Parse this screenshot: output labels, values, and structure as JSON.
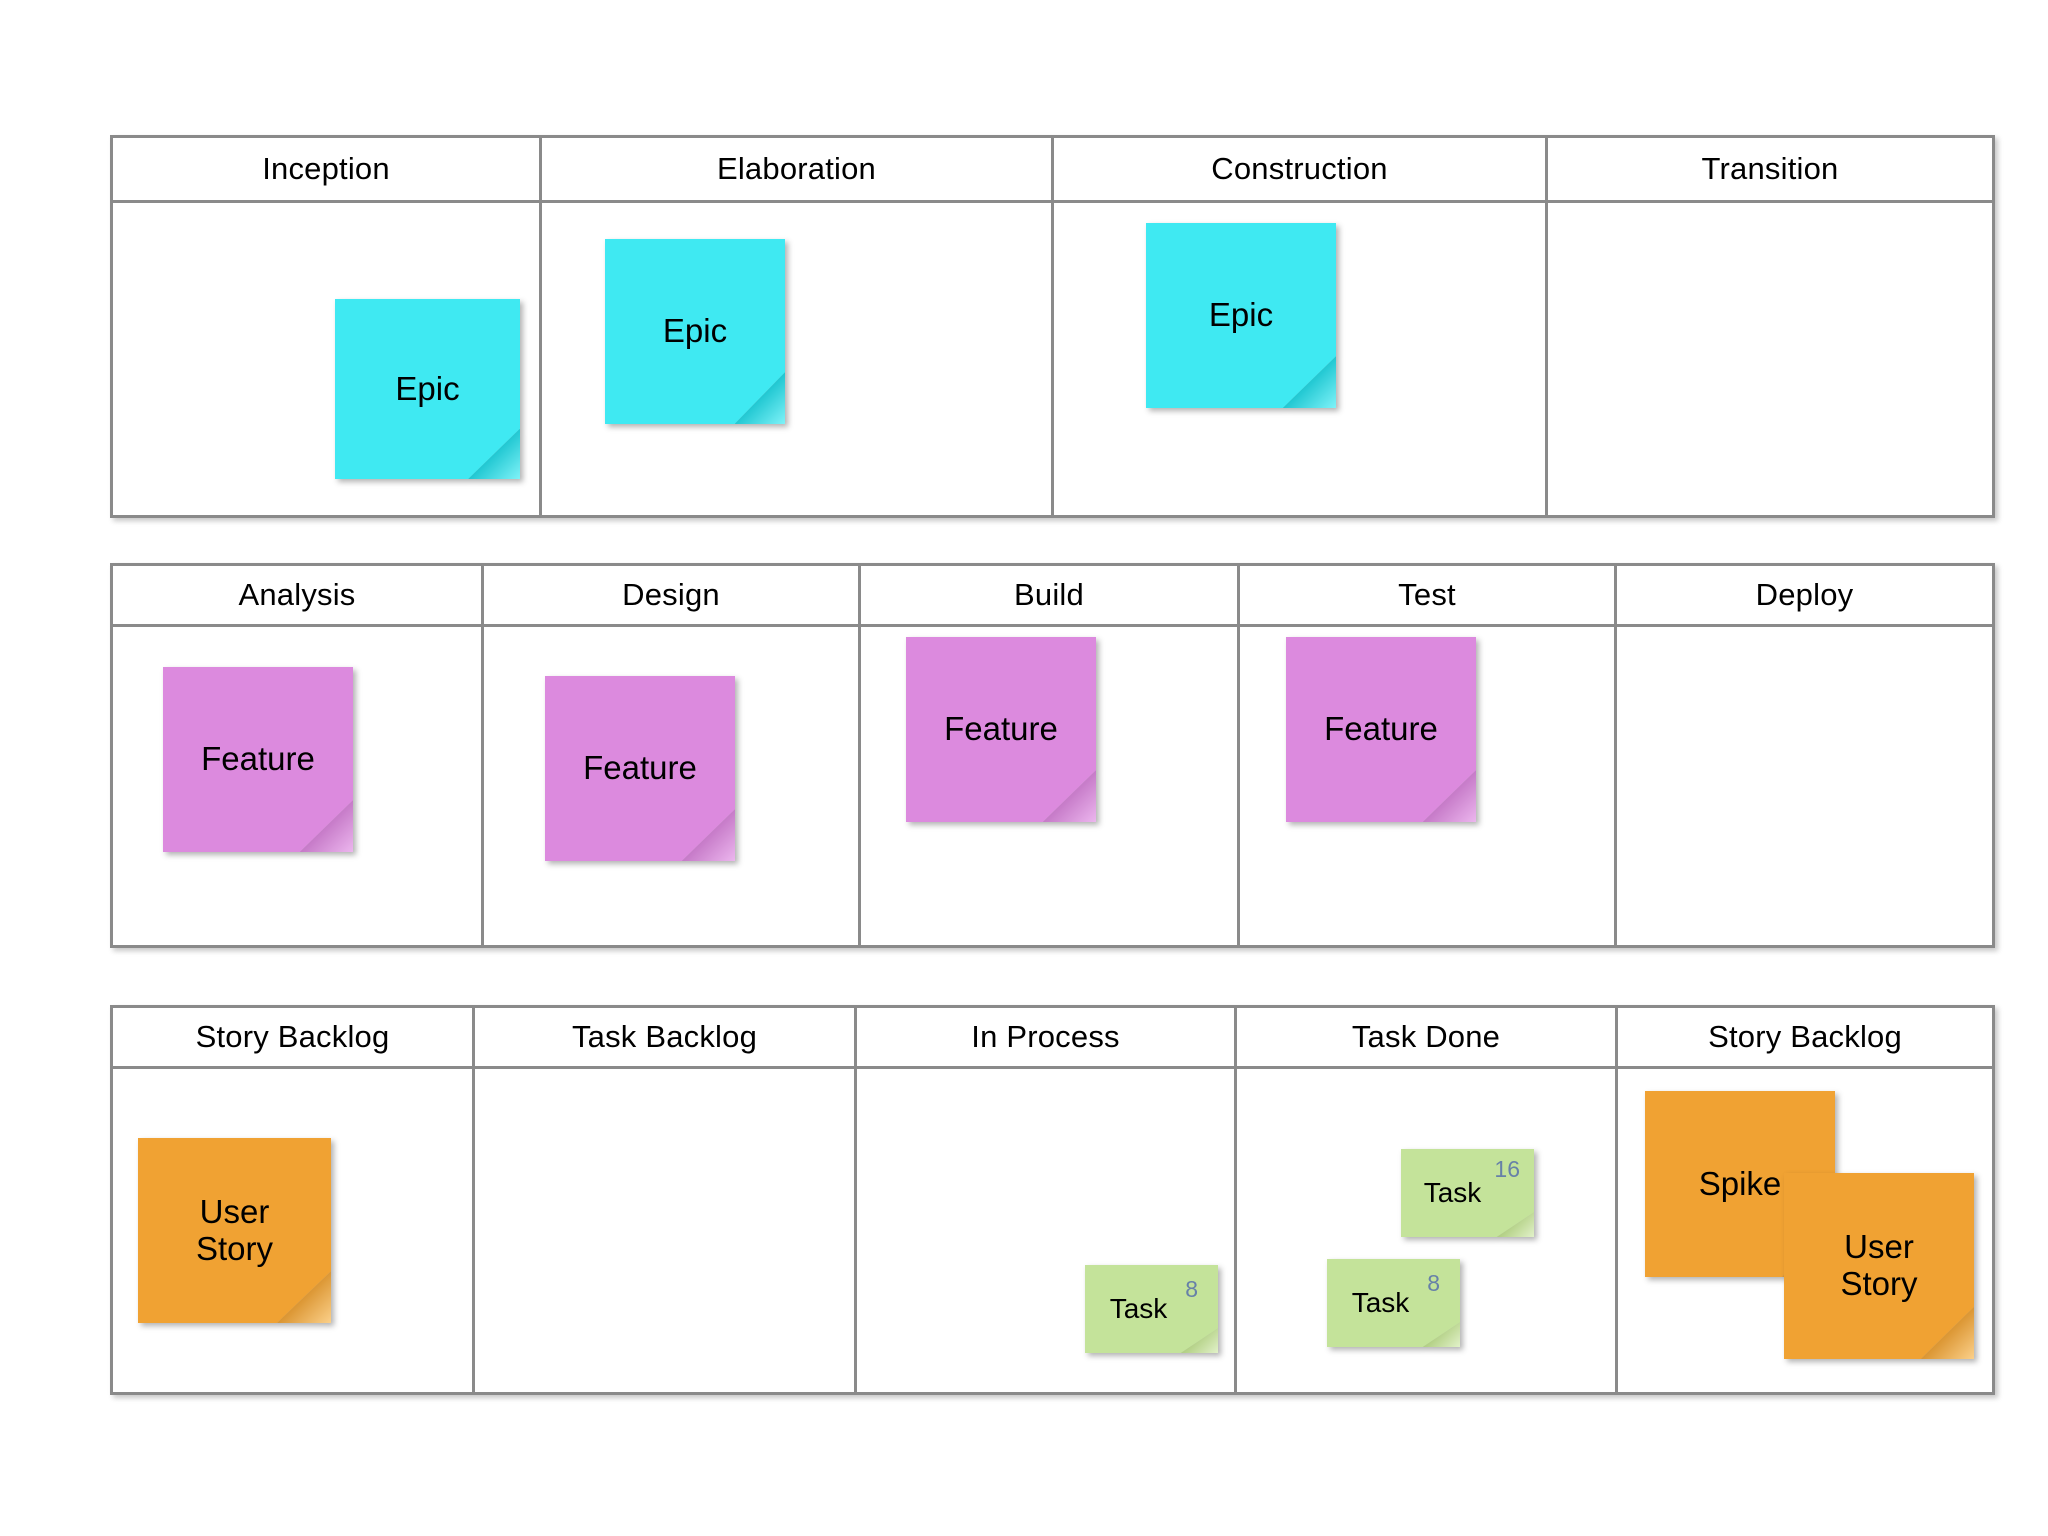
{
  "diagram": {
    "title": "Agile multi-level planning board",
    "colors": {
      "epic": "#3fe9f2",
      "feature": "#dc8ade",
      "story": "#f0a233",
      "task": "#c4e39a",
      "border": "#8a8a8a",
      "badge_text": "#6781a8"
    }
  },
  "boards": [
    {
      "name": "lifecycle-board",
      "columns": [
        {
          "header": "Inception",
          "notes": [
            {
              "kind": "epic",
              "label": "Epic"
            }
          ]
        },
        {
          "header": "Elaboration",
          "notes": [
            {
              "kind": "epic",
              "label": "Epic"
            }
          ]
        },
        {
          "header": "Construction",
          "notes": [
            {
              "kind": "epic",
              "label": "Epic"
            }
          ]
        },
        {
          "header": "Transition",
          "notes": []
        }
      ]
    },
    {
      "name": "feature-board",
      "columns": [
        {
          "header": "Analysis",
          "notes": [
            {
              "kind": "feature",
              "label": "Feature"
            }
          ]
        },
        {
          "header": "Design",
          "notes": [
            {
              "kind": "feature",
              "label": "Feature"
            }
          ]
        },
        {
          "header": "Build",
          "notes": [
            {
              "kind": "feature",
              "label": "Feature"
            }
          ]
        },
        {
          "header": "Test",
          "notes": [
            {
              "kind": "feature",
              "label": "Feature"
            }
          ]
        },
        {
          "header": "Deploy",
          "notes": []
        }
      ]
    },
    {
      "name": "story-task-board",
      "columns": [
        {
          "header": "Story Backlog",
          "notes": [
            {
              "kind": "story",
              "label": "User\nStory"
            }
          ]
        },
        {
          "header": "Task Backlog",
          "notes": []
        },
        {
          "header": "In Process",
          "notes": [
            {
              "kind": "task",
              "label": "Task",
              "badge": "8"
            }
          ]
        },
        {
          "header": "Task Done",
          "notes": [
            {
              "kind": "task",
              "label": "Task",
              "badge": "16"
            },
            {
              "kind": "task",
              "label": "Task",
              "badge": "8"
            }
          ]
        },
        {
          "header": "Story Backlog",
          "notes": [
            {
              "kind": "story",
              "label": "Spike"
            },
            {
              "kind": "story",
              "label": "User\nStory"
            }
          ]
        }
      ]
    }
  ]
}
